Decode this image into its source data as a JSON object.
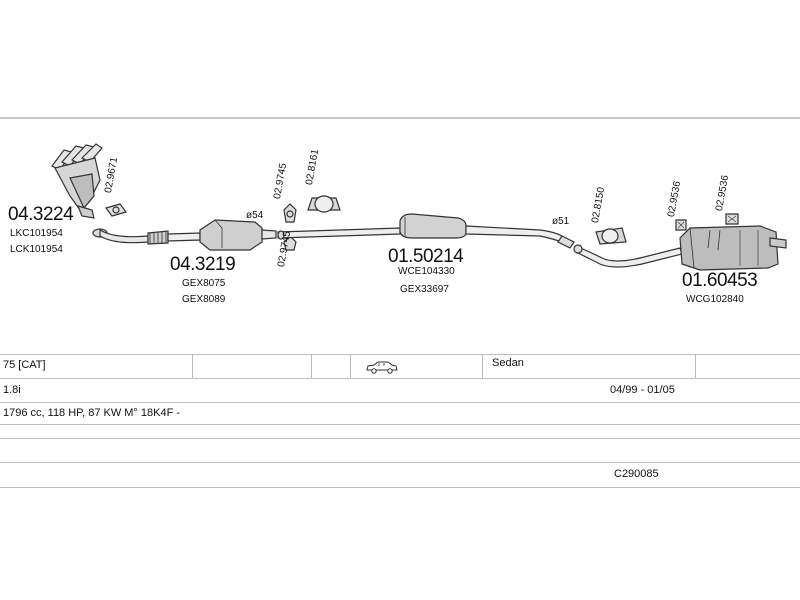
{
  "parts": {
    "manifold": {
      "number": "04.3224",
      "codes": [
        "LKC101954",
        "LCK101954"
      ]
    },
    "gasket_manifold": {
      "number": "02.9671"
    },
    "catalyst": {
      "number": "04.3219",
      "codes": [
        "GEX8075",
        "GEX8089"
      ]
    },
    "pipe_diameter_1": {
      "label": "ø54"
    },
    "clamp_1": {
      "number": "02.9745"
    },
    "clamp_2": {
      "number": "02.9745"
    },
    "hanger_1": {
      "number": "02.8161"
    },
    "middle_silencer": {
      "number": "01.50214",
      "codes": [
        "WCE104330",
        "GEX33697"
      ]
    },
    "pipe_diameter_2": {
      "label": "ø51"
    },
    "hanger_2": {
      "number": "02.8150"
    },
    "rubber_1": {
      "number": "02.9536"
    },
    "rubber_2": {
      "number": "02.9536"
    },
    "rear_silencer": {
      "number": "01.60453",
      "codes": [
        "WCG102840"
      ]
    }
  },
  "table": {
    "row1": {
      "model": "75  [CAT]",
      "body": "Sedan",
      "car_icon": "car-sedan-icon"
    },
    "row2": {
      "engine": "1.8i",
      "years": "04/99 - 01/05"
    },
    "row3": {
      "spec": "1796 cc, 118 HP, 87 KW M° 18K4F -"
    },
    "row5": {
      "ref": "C290085"
    }
  }
}
